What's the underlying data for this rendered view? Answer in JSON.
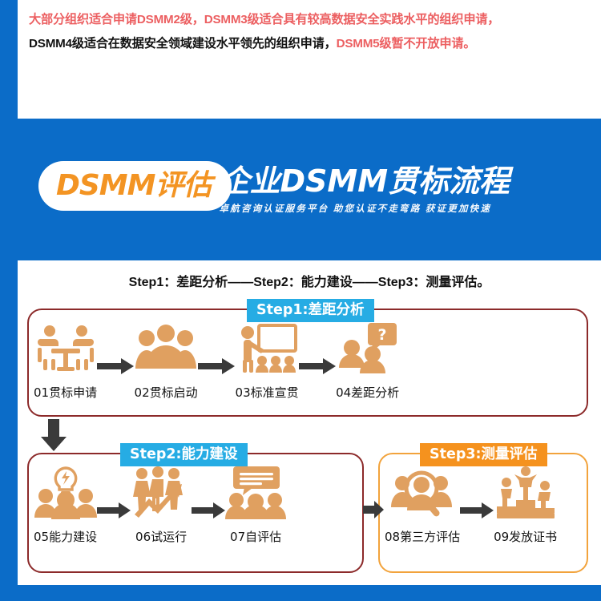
{
  "colors": {
    "brand_blue": "#0B6CC8",
    "badge_blue": "#26ACE4",
    "badge_orange": "#F5921E",
    "logo_orange": "#F39423",
    "notice_red": "#EC5F61",
    "box_border_red": "#8C2A2A",
    "box_border_orange": "#F2A33C",
    "icon_orange": "#E0A060",
    "arrow_gray": "#3A3A3A"
  },
  "notice": {
    "line1_red": "大部分组织适合申请DSMM2级，DSMM3级适合具有较高数据安全实践水平的组织申请，",
    "line2_black": "DSMM4级适合在数据安全领域建设水平领先的组织申请，",
    "line2_red": "DSMM5级暂不开放申请。"
  },
  "banner": {
    "logo": "DSMM评估",
    "title": "企业DSMM贯标流程",
    "subtitle": "卓航咨询认证服务平台  助您认证不走弯路  获证更加快速"
  },
  "flow": {
    "heading": "Step1：差距分析——Step2：能力建设——Step3：测量评估。",
    "steps": [
      {
        "badge": "Step1:差距分析",
        "badge_style": "blue",
        "items": [
          {
            "label": "01贯标申请",
            "icon": "meeting-table-icon"
          },
          {
            "label": "02贯标启动",
            "icon": "people-group-icon"
          },
          {
            "label": "03标准宣贯",
            "icon": "presentation-training-icon"
          },
          {
            "label": "04差距分析",
            "icon": "people-question-icon"
          }
        ]
      },
      {
        "badge": "Step2:能力建设",
        "badge_style": "blue",
        "items": [
          {
            "label": "05能力建设",
            "icon": "lightbulb-people-icon"
          },
          {
            "label": "06试运行",
            "icon": "people-growth-arrow-icon"
          },
          {
            "label": "07自评估",
            "icon": "speech-bubble-people-icon"
          }
        ]
      },
      {
        "badge": "Step3:测量评估",
        "badge_style": "orange",
        "items": [
          {
            "label": "08第三方评估",
            "icon": "magnifier-people-icon"
          },
          {
            "label": "09发放证书",
            "icon": "podium-winners-icon"
          }
        ]
      }
    ]
  }
}
